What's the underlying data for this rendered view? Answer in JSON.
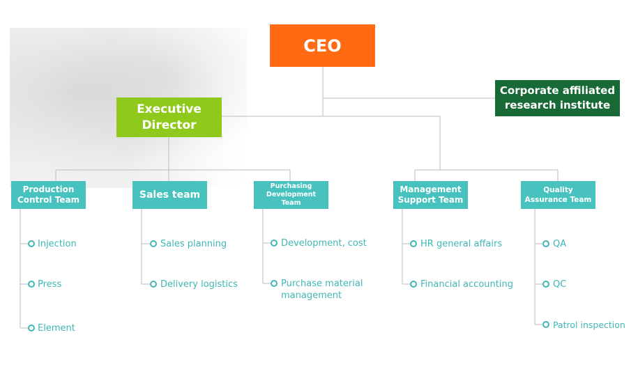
{
  "ceo": "CEO",
  "executive_director": "Executive Director",
  "research_institute": "Corporate affiliated research institute",
  "teams": [
    {
      "name": "Production Control Team",
      "items": [
        "Injection",
        "Press",
        "Element"
      ]
    },
    {
      "name": "Sales team",
      "items": [
        "Sales planning",
        "Delivery logistics"
      ]
    },
    {
      "name": "Purchasing Development Team",
      "items": [
        "Development, cost",
        "Purchase material management"
      ]
    },
    {
      "name": "Management Support Team",
      "items": [
        "HR general affairs",
        "Financial accounting"
      ]
    },
    {
      "name": "Quality Assurance Team",
      "items": [
        "QA",
        "QC",
        "Patrol inspection"
      ]
    }
  ],
  "colors": {
    "ceo": "#ff6a13",
    "executive_director": "#8fc91c",
    "research_institute": "#176a35",
    "team": "#47c2bf",
    "item_text": "#3fb7b4",
    "connector": "#bbbbbb"
  }
}
